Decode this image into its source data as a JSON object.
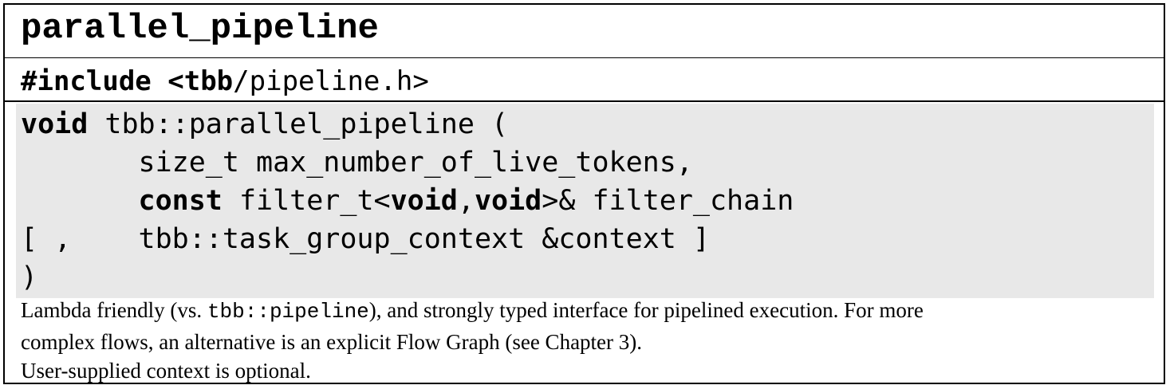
{
  "header": {
    "title": "parallel_pipeline",
    "include_directive": "#include",
    "include_open": "<",
    "include_lib": "tbb",
    "include_path": "/pipeline.h>"
  },
  "signature": {
    "line1_keyword": "void",
    "line1_rest": " tbb::parallel_pipeline (",
    "line2": "       size_t max_number_of_live_tokens,",
    "line3_indent": "       ",
    "line3_keyword": "const",
    "line3_a": " filter_t<",
    "line3_void1": "void",
    "line3_comma": ",",
    "line3_void2": "void",
    "line3_b": ">& filter_chain",
    "line4": "[ ,    tbb::task_group_context &context ]",
    "line5": ")"
  },
  "description": {
    "line1_a": "Lambda friendly (vs. ",
    "line1_code": "tbb::pipeline",
    "line1_b": "), and strongly typed interface for pipelined execution. For more",
    "line2": "complex flows, an alternative is an explicit Flow Graph (see Chapter 3).",
    "line3": "User-supplied context is optional."
  }
}
